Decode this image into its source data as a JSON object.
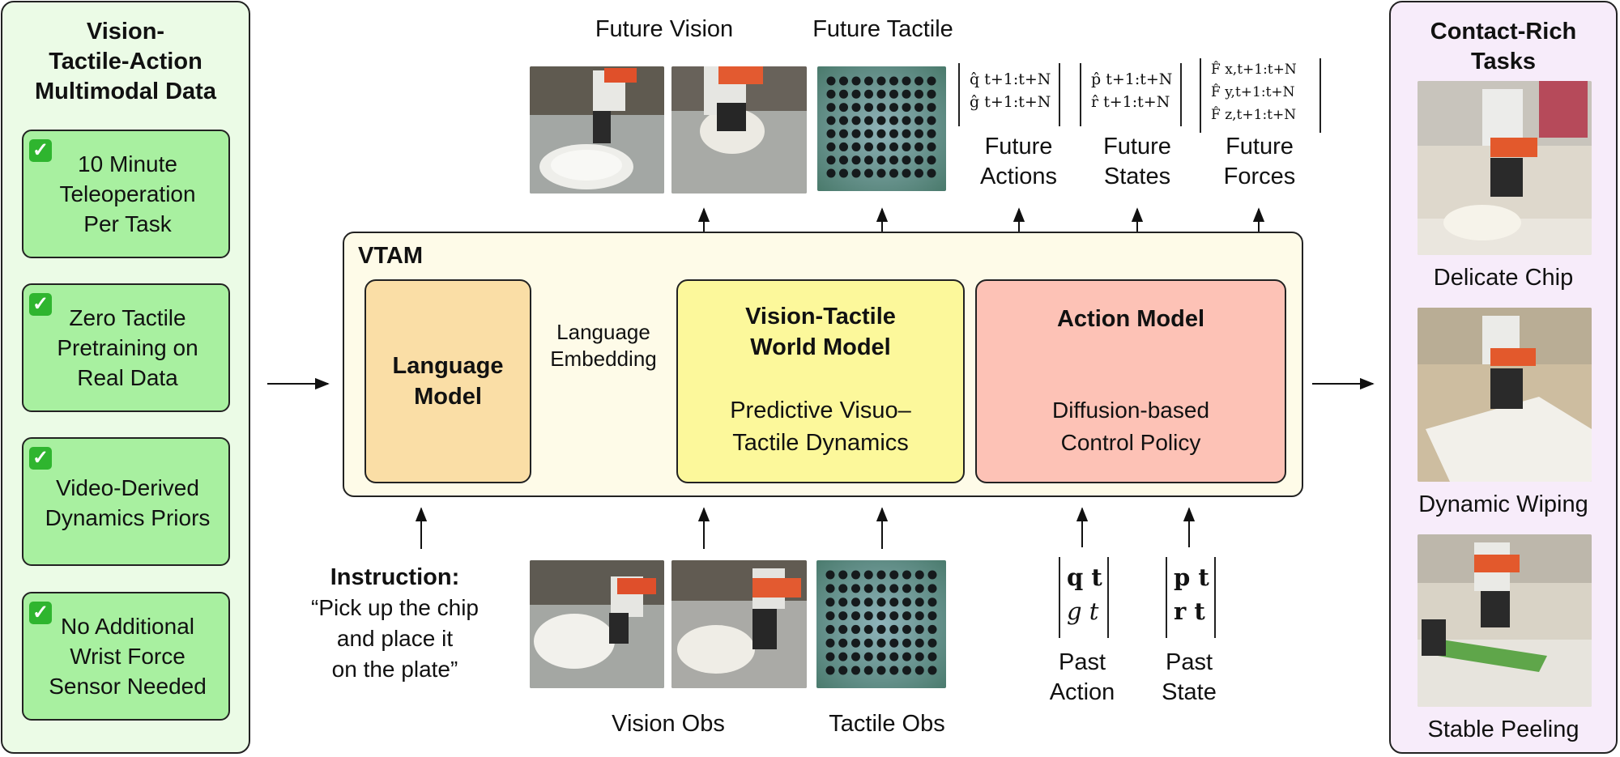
{
  "left_panel": {
    "title": "Vision-\nTactile-Action\nMultimodal Data",
    "items": [
      {
        "text": "10 Minute\nTeleoperation\nPer Task"
      },
      {
        "text": "Zero Tactile\nPretraining on\nReal Data"
      },
      {
        "text": "Video-Derived\nDynamics Priors"
      },
      {
        "text": "No Additional\nWrist Force\nSensor Needed"
      }
    ]
  },
  "vtam": {
    "label": "VTAM",
    "language_model": "Language\nModel",
    "embedding": "Language\nEmbedding",
    "world_model": {
      "title": "Vision-Tactile\nWorld Model",
      "subtitle": "Predictive Visuo–\nTactile Dynamics"
    },
    "action_model": {
      "title": "Action Model",
      "subtitle": "Diffusion-based\nControl Policy"
    }
  },
  "outputs": {
    "future_vision": "Future Vision",
    "future_tactile": "Future Tactile",
    "future_actions": "Future\nActions",
    "future_states": "Future\nStates",
    "future_forces": "Future\nForces",
    "actions_math": [
      "q̂ t+1:t+N",
      "ĝ t+1:t+N"
    ],
    "states_math": [
      "p̂ t+1:t+N",
      "r̂ t+1:t+N"
    ],
    "forces_math": [
      "F̂ x,t+1:t+N",
      "F̂ y,t+1:t+N",
      "F̂ z,t+1:t+N"
    ]
  },
  "inputs": {
    "instruction_label": "Instruction:",
    "instruction_text": "“Pick up the chip\nand place it\non the plate”",
    "vision_obs": "Vision Obs",
    "tactile_obs": "Tactile Obs",
    "past_action": "Past\nAction",
    "past_state": "Past\nState",
    "past_action_math": [
      "q t",
      "g t"
    ],
    "past_state_math": [
      "p t",
      "r t"
    ]
  },
  "right_panel": {
    "title": "Contact-Rich\nTasks",
    "tasks": [
      "Delicate Chip",
      "Dynamic Wiping",
      "Stable Peeling"
    ]
  },
  "colors": {
    "left_bg": "#ebfbe6",
    "feature_bg": "#a8f0a0",
    "right_bg": "#f7ecfa",
    "vtam_bg": "#fefbe8",
    "language_model": "#fadea6",
    "world_model": "#fcf89b",
    "action_model": "#fdc2b6"
  }
}
